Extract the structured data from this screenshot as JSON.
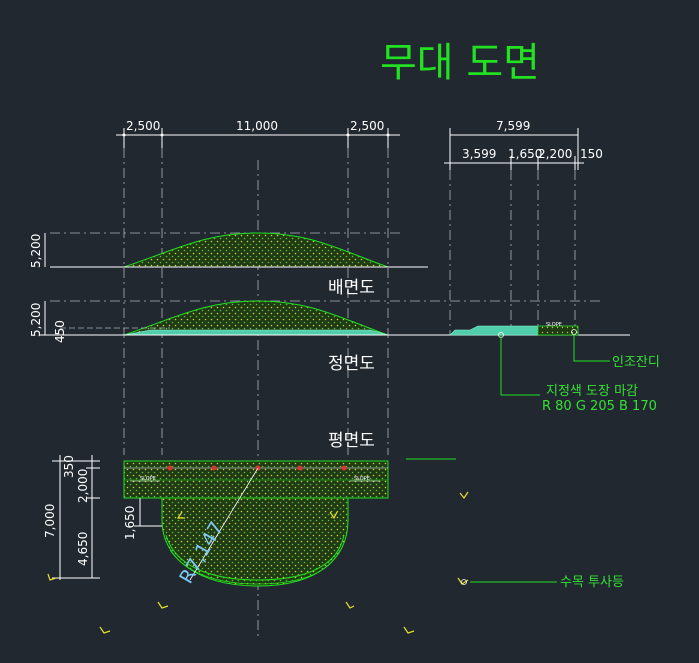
{
  "title": "무대 도면",
  "views": {
    "back": "배면도",
    "front": "정면도",
    "plan": "평면도"
  },
  "dimensions": {
    "top": [
      "2,500",
      "11,000",
      "2,500"
    ],
    "right_total": "7,599",
    "right_parts": [
      "3,599",
      "1,650",
      "2,200",
      "150"
    ],
    "back_height": "5,200",
    "front_height": "5,200",
    "front_base": "450",
    "plan_left": [
      "350",
      "2,000",
      "7,000",
      "4,650",
      "1,650"
    ]
  },
  "radius_label": "R7,147",
  "slope_label": "SLOPE",
  "notes": {
    "artificial_turf": "인조잔디",
    "paint_line1": "지정색 도장 마감",
    "paint_line2": "R 80 G 205 B 170",
    "tree_light": "수목 투사등"
  },
  "colors": {
    "background": "#212830",
    "green": "#22e022",
    "teal": "#50cdaa",
    "dim_line": "#ffffff"
  }
}
